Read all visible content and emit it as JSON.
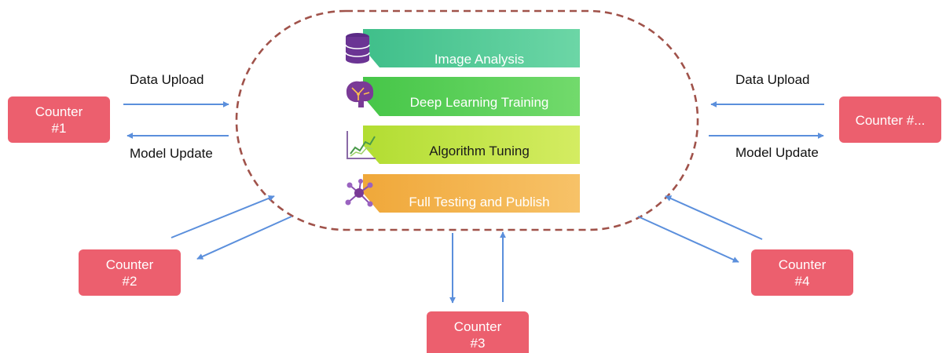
{
  "colors": {
    "counter": "#ec5f6e",
    "arrow": "#5b8fdc",
    "cloud_border": "#a0524a",
    "stage_1": "#52c893",
    "stage_2": "#56cf55",
    "stage_3": "#c3e542",
    "stage_4": "#f3b34b"
  },
  "counters": {
    "c1": {
      "line1": "Counter",
      "line2": "#1"
    },
    "c2": {
      "line1": "Counter",
      "line2": "#2"
    },
    "c3": {
      "line1": "Counter",
      "line2": "#3"
    },
    "c4": {
      "line1": "Counter",
      "line2": "#4"
    },
    "cn": {
      "label": "Counter #..."
    }
  },
  "flows": {
    "left_upload": "Data Upload",
    "left_update": "Model Update",
    "right_upload": "Data Upload",
    "right_update": "Model Update"
  },
  "stages": [
    {
      "label": "Image Analysis",
      "icon": "database-icon"
    },
    {
      "label": "Deep Learning Training",
      "icon": "brain-icon"
    },
    {
      "label": "Algorithm Tuning",
      "icon": "trend-chart-icon"
    },
    {
      "label": "Full Testing and Publish",
      "icon": "network-icon"
    }
  ]
}
